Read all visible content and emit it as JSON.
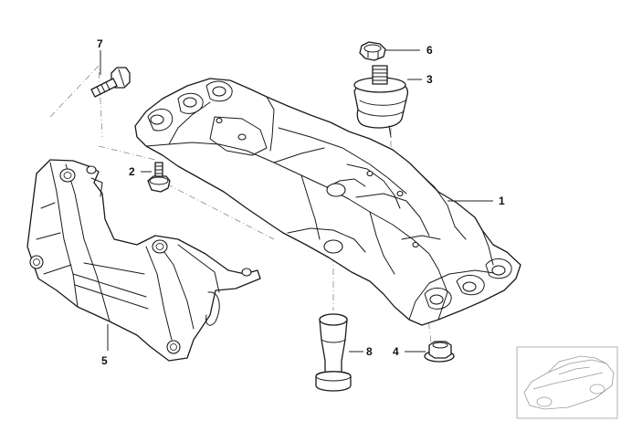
{
  "callouts": {
    "c1": "1",
    "c2": "2",
    "c3": "3",
    "c4": "4",
    "c5": "5",
    "c6": "6",
    "c7": "7",
    "c8": "8"
  },
  "colors": {
    "line": "#1a1a1a",
    "thumbnail": "#9a9a9a"
  }
}
